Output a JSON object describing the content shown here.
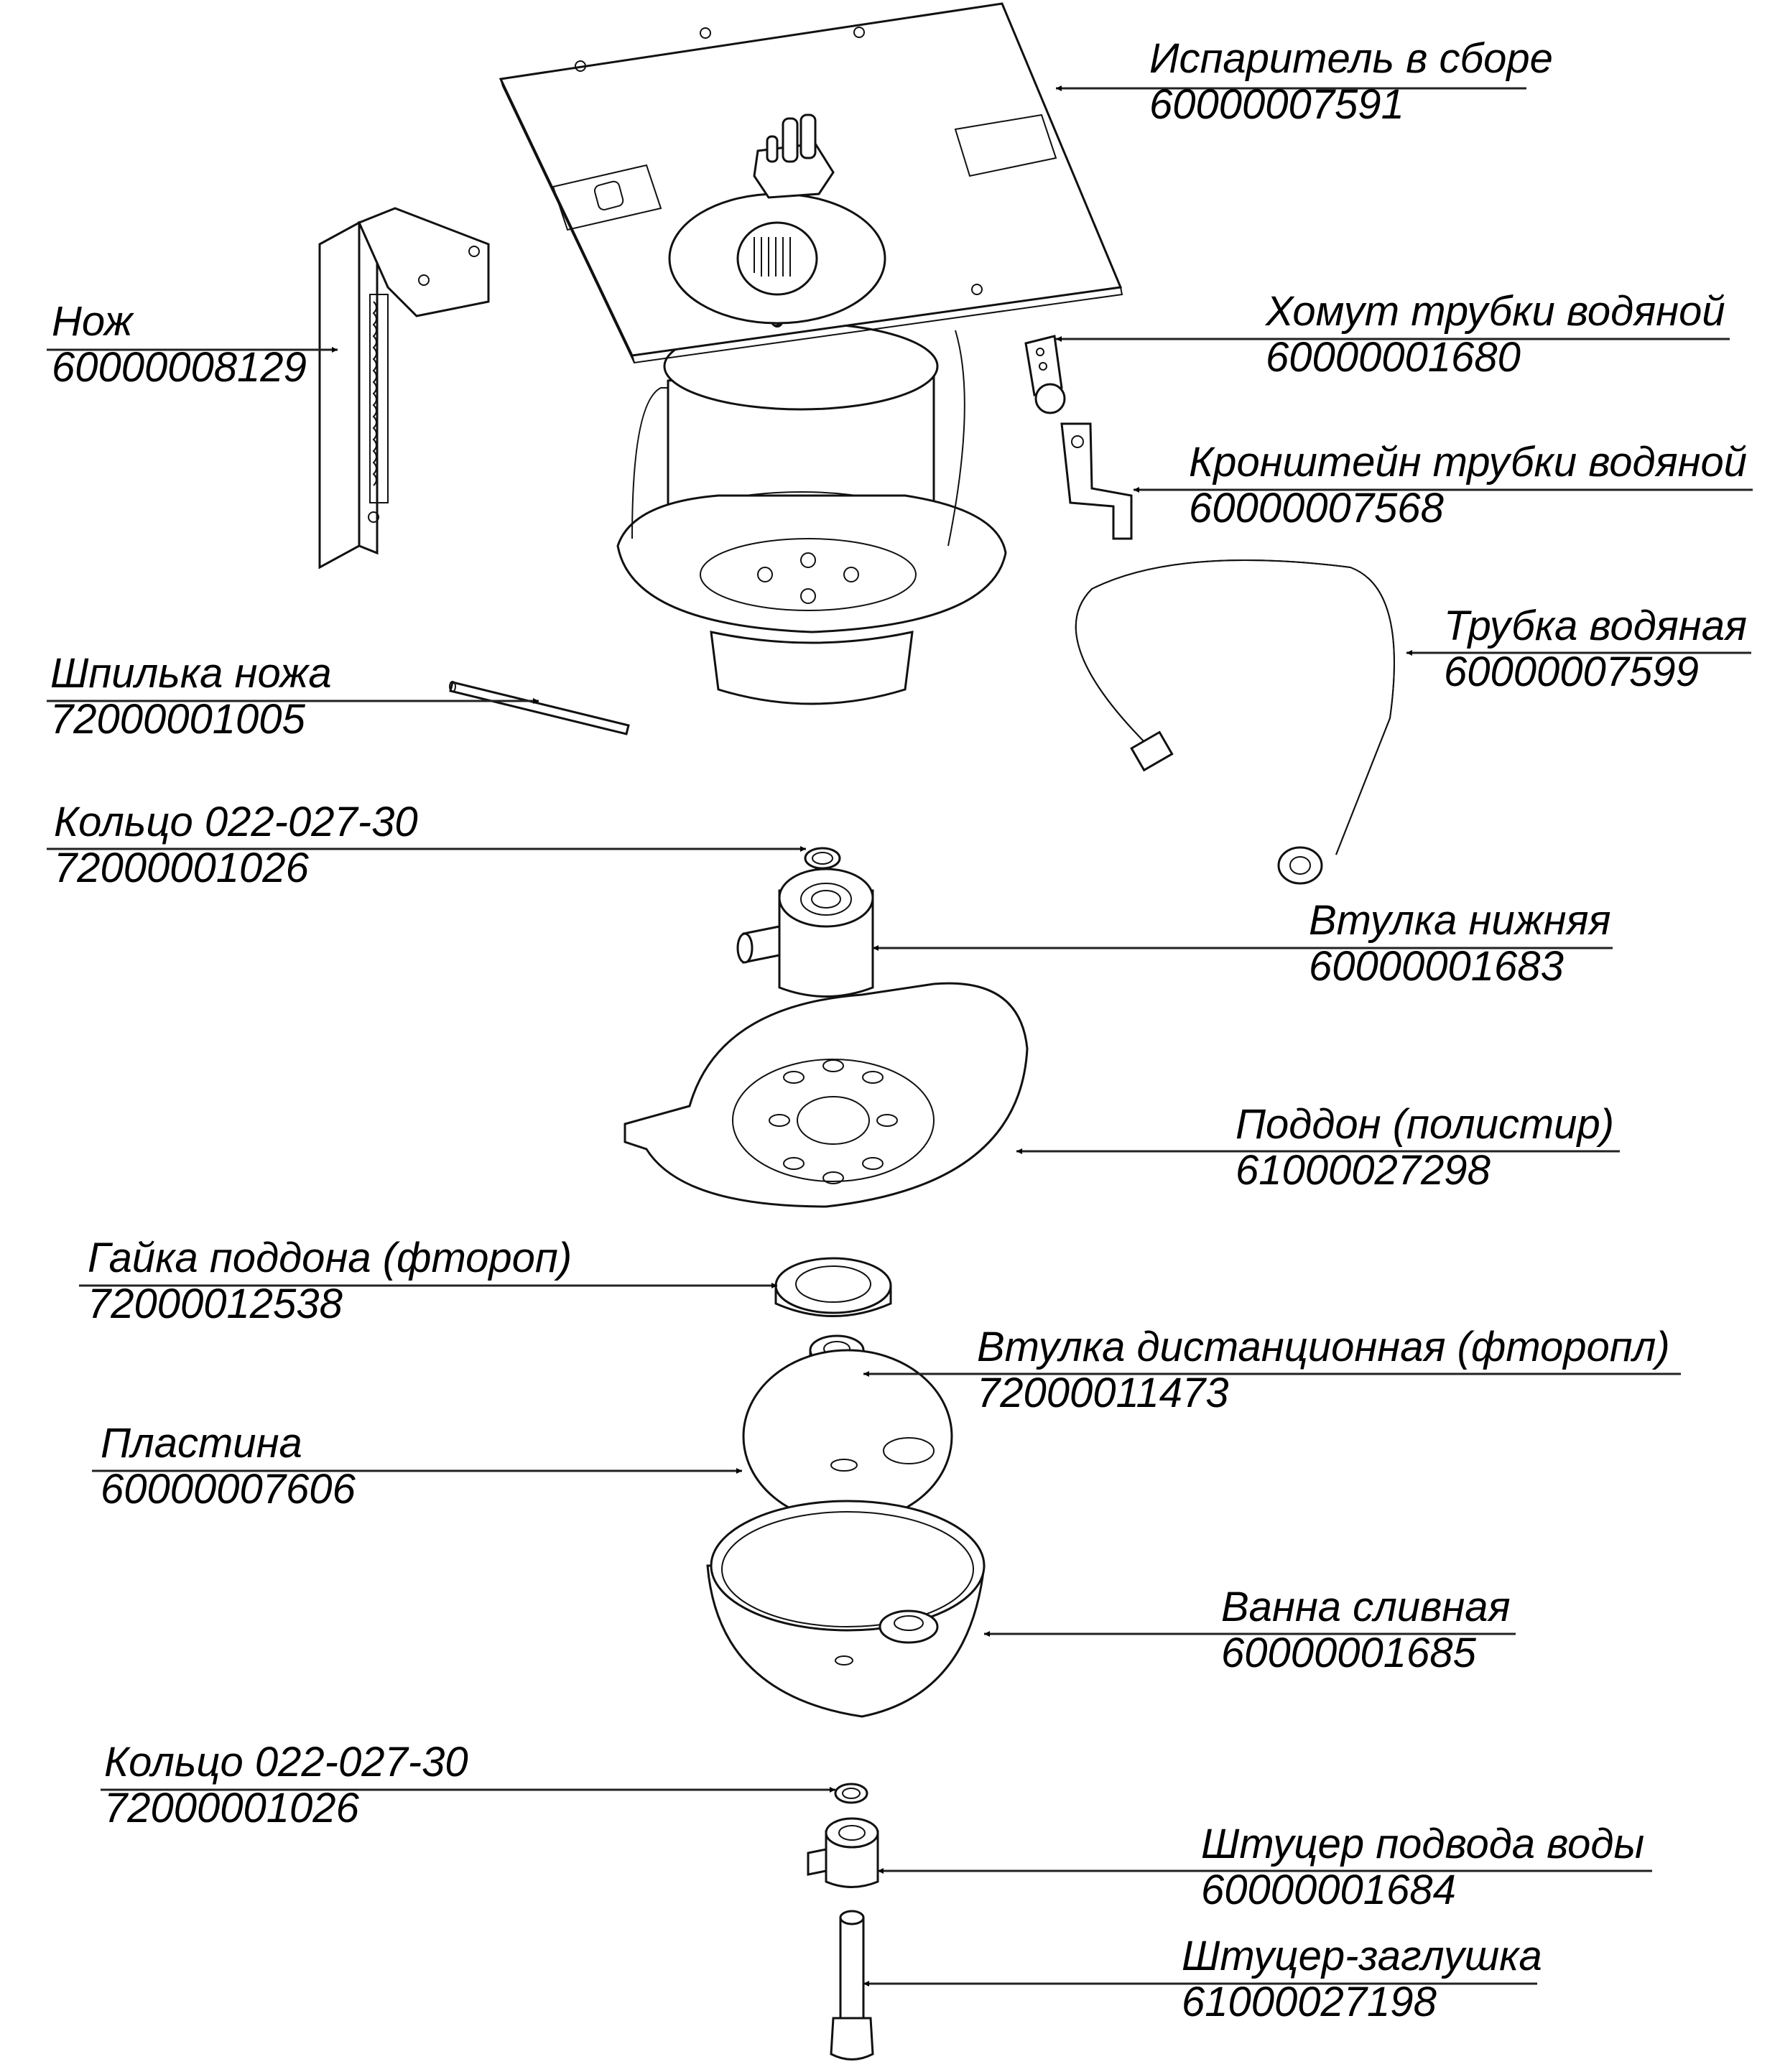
{
  "title": "Испаритель — деталировка",
  "callouts": [
    {
      "id": "evaporator-assembly",
      "name": "Испаритель в сборе",
      "code": "60000007591"
    },
    {
      "id": "knife",
      "name": "Нож",
      "code": "60000008129"
    },
    {
      "id": "water-tube-clamp",
      "name": "Хомут трубки водяной",
      "code": "60000001680"
    },
    {
      "id": "water-tube-bracket",
      "name": "Кронштейн трубки водяной",
      "code": "60000007568"
    },
    {
      "id": "water-tube",
      "name": "Трубка водяная",
      "code": "60000007599"
    },
    {
      "id": "knife-pin",
      "name": "Шпилька ножа",
      "code": "72000001005"
    },
    {
      "id": "o-ring-upper",
      "name": "Кольцо 022-027-30",
      "code": "72000001026"
    },
    {
      "id": "lower-bushing",
      "name": "Втулка нижняя",
      "code": "60000001683"
    },
    {
      "id": "tray",
      "name": "Поддон (полистир)",
      "code": "61000027298"
    },
    {
      "id": "tray-nut",
      "name": "Гайка поддона (фтороп)",
      "code": "72000012538"
    },
    {
      "id": "spacer-bushing",
      "name": "Втулка дистанционная (фторопл)",
      "code": "72000011473"
    },
    {
      "id": "plate",
      "name": "Пластина",
      "code": "60000007606"
    },
    {
      "id": "drain-pan",
      "name": "Ванна сливная",
      "code": "60000001685"
    },
    {
      "id": "o-ring-lower",
      "name": "Кольцо 022-027-30",
      "code": "72000001026"
    },
    {
      "id": "water-inlet-fitting",
      "name": "Штуцер подвода воды",
      "code": "60000001684"
    },
    {
      "id": "plug-fitting",
      "name": "Штуцер-заглушка",
      "code": "61000027198"
    }
  ]
}
